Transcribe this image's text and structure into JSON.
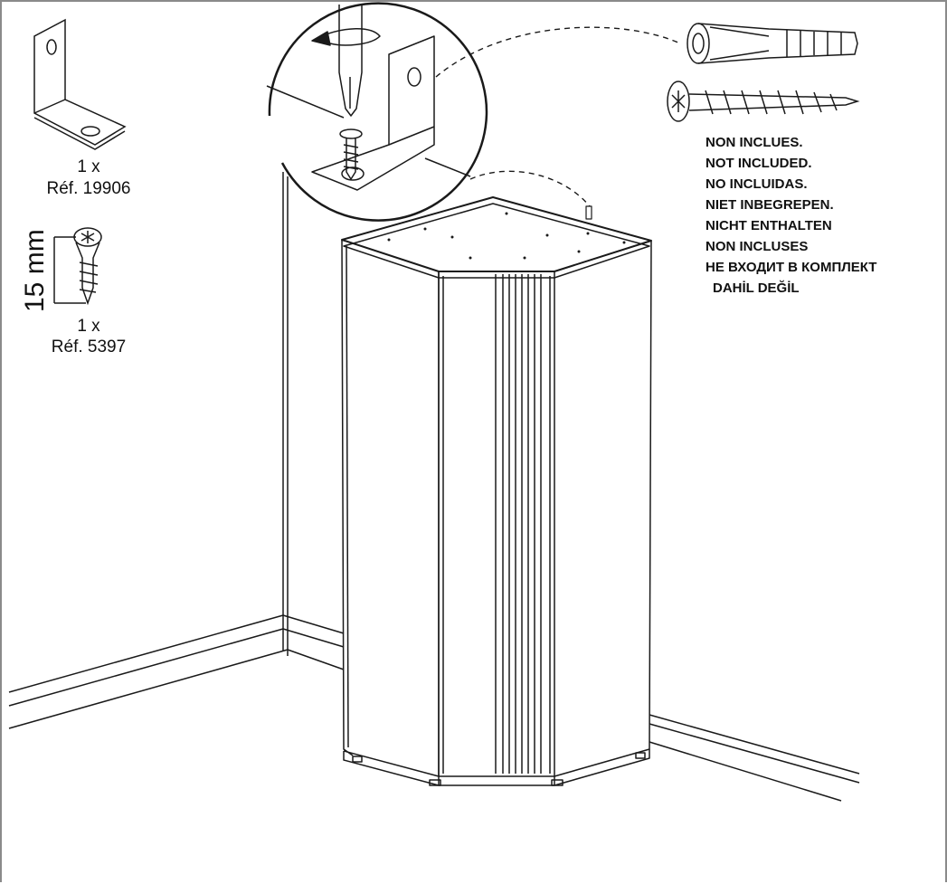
{
  "parts": [
    {
      "quantity": "1 x",
      "reference": "Réf. 19906",
      "icon": "l-bracket-icon"
    },
    {
      "quantity": "1 x",
      "reference": "Réf. 5397",
      "icon": "wood-screw-icon",
      "length_label": "15 mm"
    }
  ],
  "not_included": [
    "NON INCLUES.",
    "NOT INCLUDED.",
    "NO INCLUIDAS.",
    "NIET INBEGREPEN.",
    "NICHT ENTHALTEN",
    "NON INCLUSES",
    "НЕ ВХОДИТ В КОМПЛЕКТ",
    "DAHİL DEĞİL"
  ],
  "colors": {
    "line": "#1a1a1a",
    "frame": "#8a8a8a",
    "background": "#ffffff"
  }
}
